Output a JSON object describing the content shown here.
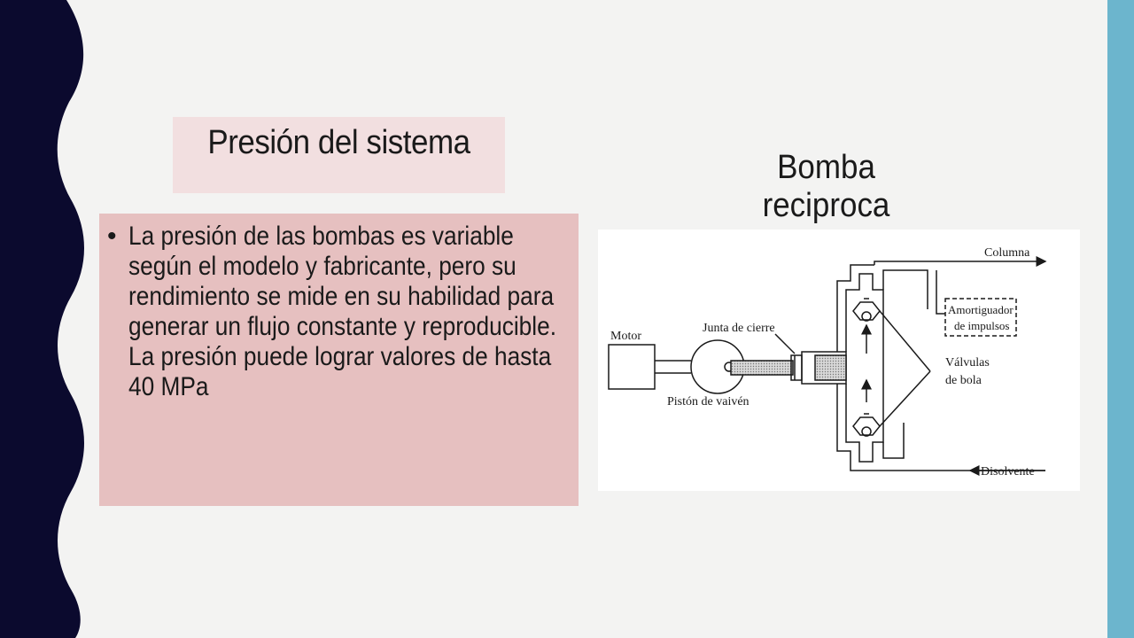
{
  "slide": {
    "title": "Presión del sistema",
    "bullet": "La presión de las bombas es variable según el modelo y fabricante, pero su rendimiento se mide en su habilidad para generar un flujo constante y reproducible. La presión puede lograr valores de hasta 40 MPa",
    "subtitle": "Bomba reciproca"
  },
  "diagram": {
    "motor": "Motor",
    "junta": "Junta de cierre",
    "piston": "Pistón de vaivén",
    "columna": "Columna",
    "amortiguador_1": "Amortiguador",
    "amortiguador_2": "de impulsos",
    "valvulas_1": "Válvulas",
    "valvulas_2": "de bola",
    "disolvente": "Disolvente"
  },
  "colors": {
    "background": "#f3f3f2",
    "left_band": "#0b0a2e",
    "right_strip": "#6cb5cd",
    "title_box": "#f2dfe0",
    "body_box": "#e6c0c0"
  }
}
